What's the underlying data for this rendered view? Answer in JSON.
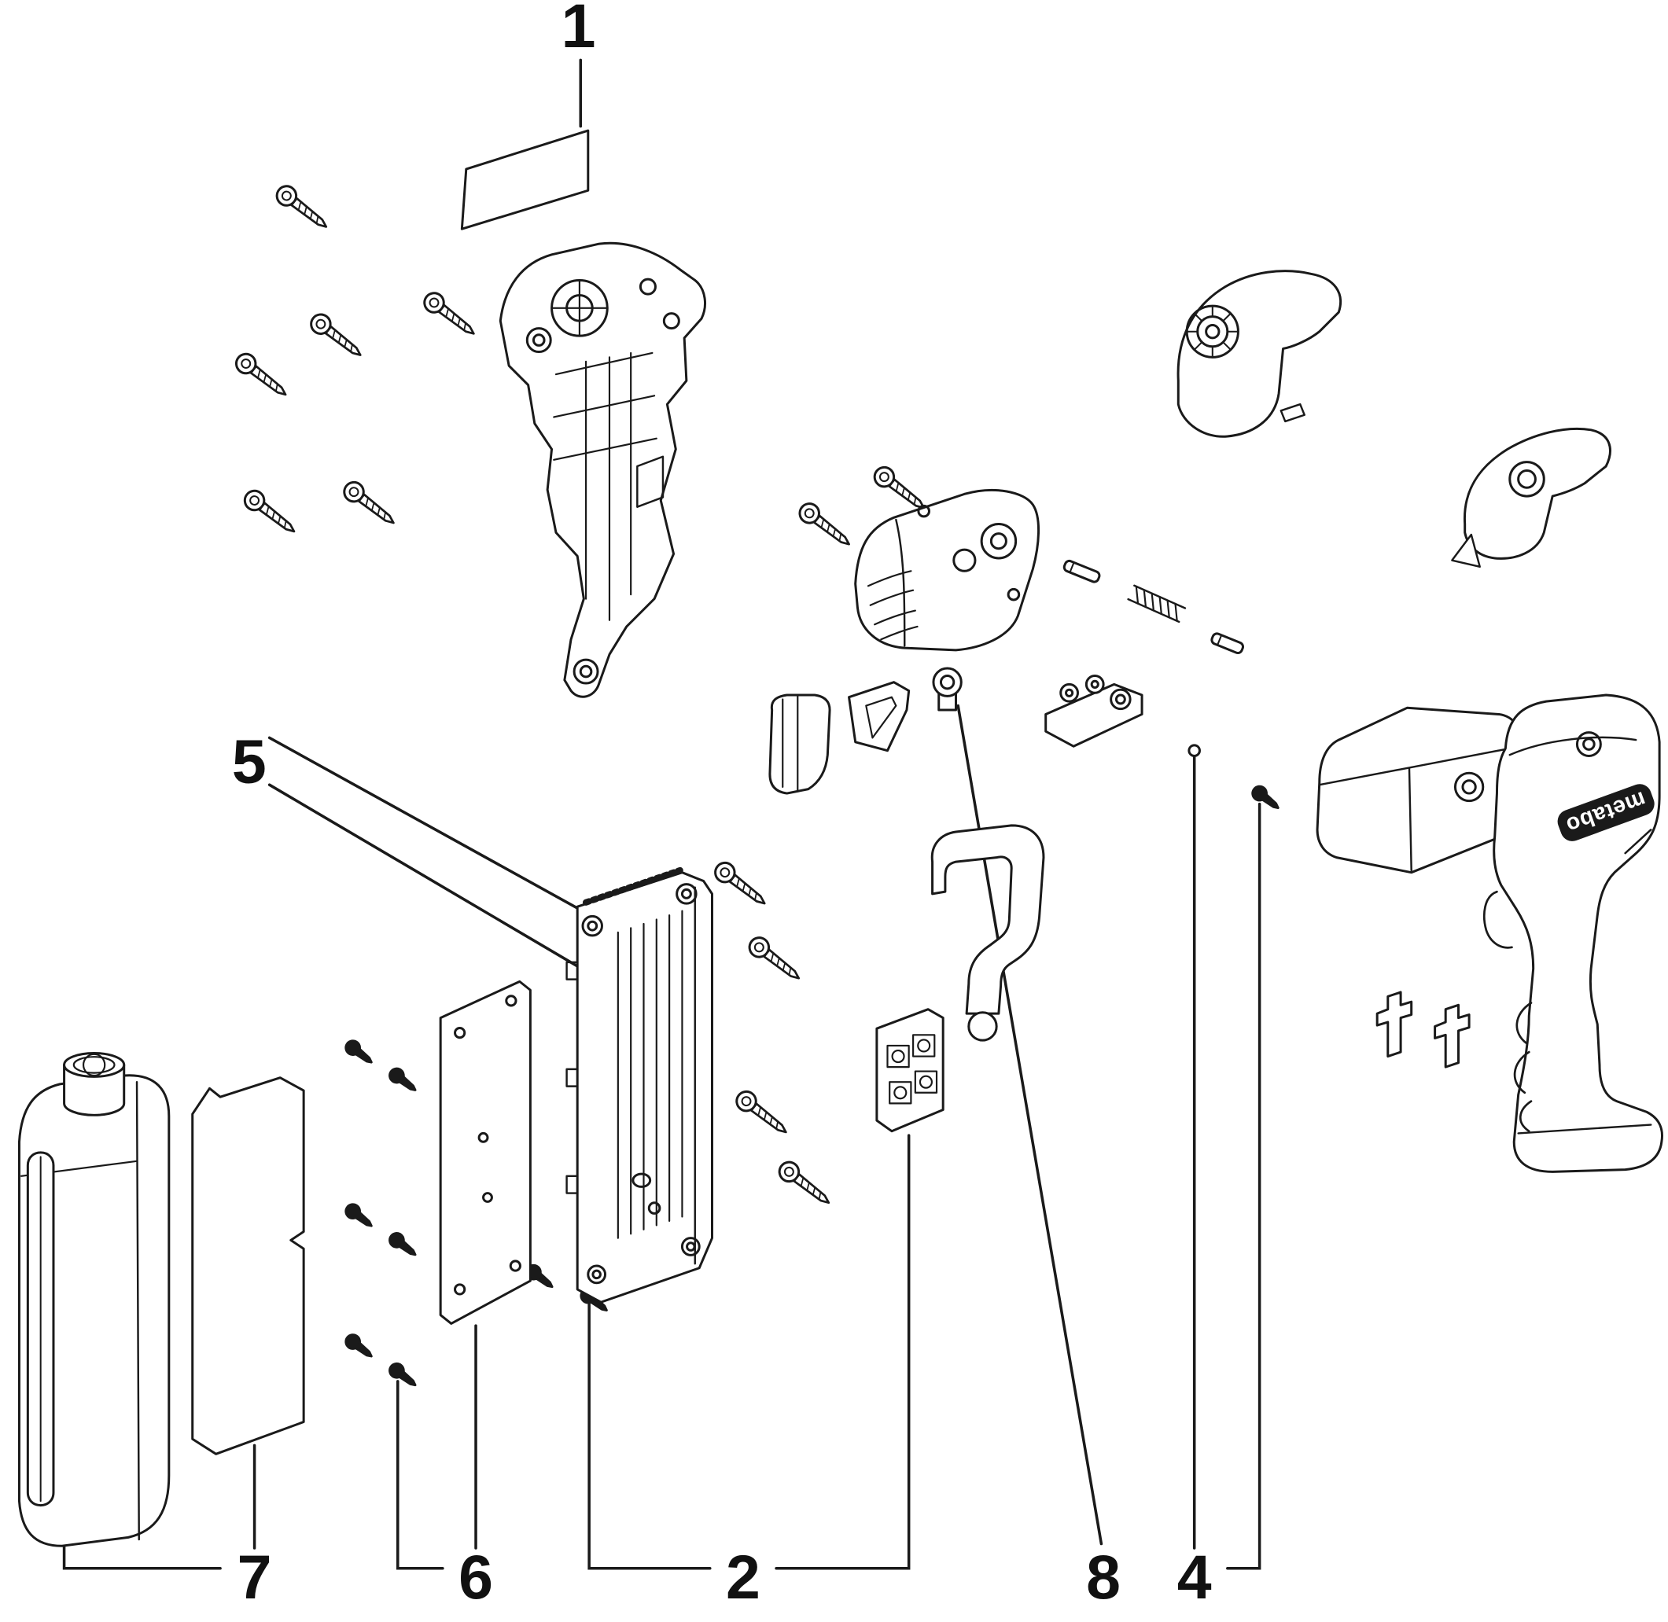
{
  "diagram": {
    "type": "exploded-parts-diagram",
    "labels": {
      "l1": "1",
      "l2": "2",
      "l4": "4",
      "l5": "5",
      "l6": "6",
      "l7": "7",
      "l8": "8"
    },
    "brand": "metabo",
    "colors": {
      "line": "#1a1a1a",
      "background": "#ffffff",
      "badge": "#1a1a1a",
      "badge_text": "#ffffff"
    }
  }
}
